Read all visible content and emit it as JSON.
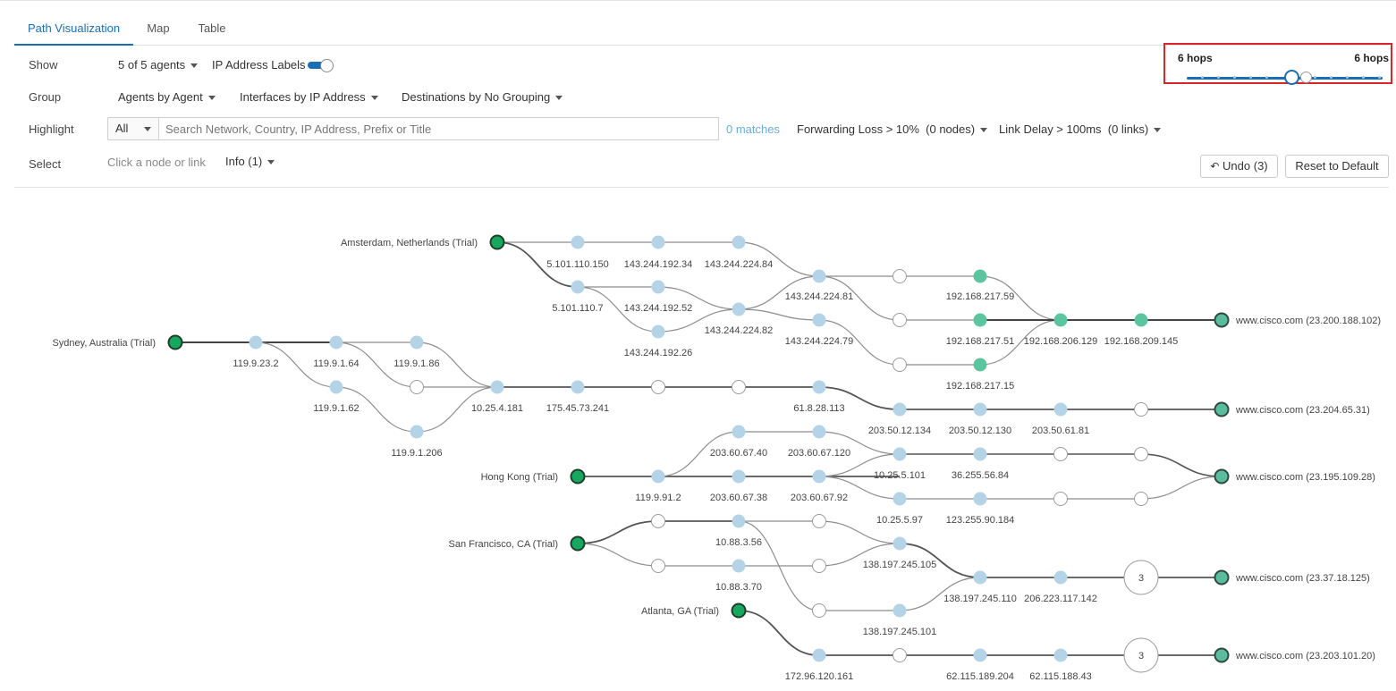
{
  "tabs": [
    {
      "label": "Path Visualization",
      "active": true
    },
    {
      "label": "Map",
      "active": false
    },
    {
      "label": "Table",
      "active": false
    }
  ],
  "controls": {
    "show_label": "Show",
    "agents_dropdown": "5 of 5 agents",
    "ip_labels_toggle_label": "IP Address Labels",
    "ip_labels_on": true,
    "group_label": "Group",
    "group_agents": "Agents by Agent",
    "group_interfaces": "Interfaces by IP Address",
    "group_destinations": "Destinations by No Grouping",
    "highlight_label": "Highlight",
    "highlight_scope": "All",
    "search_placeholder": "Search Network, Country, IP Address, Prefix or Title",
    "matches": "0 matches",
    "forwarding_loss": "Forwarding Loss > 10%  (0 nodes)",
    "link_delay": "Link Delay > 100ms  (0 links)",
    "select_label": "Select",
    "select_hint": "Click a node or link",
    "info_dropdown": "Info (1)",
    "undo_button": "Undo (3)",
    "reset_button": "Reset to Default"
  },
  "hop_slider": {
    "min_label": "6 hops",
    "max_label": "6 hops",
    "selected_step": 6,
    "steps": 12
  },
  "colors": {
    "accent": "#1a6fb3",
    "agent_node": "#16a85f",
    "interface_node": "#b5d3e7",
    "private_node": "#5bc5a0",
    "destination_node": "#5bbc9d",
    "unknown_node": "#ffffff",
    "slider_highlight_box": "#d9262c"
  },
  "path_graph": {
    "agents": [
      {
        "label": "Amsterdam, Netherlands (Trial)"
      },
      {
        "label": "Sydney, Australia (Trial)"
      },
      {
        "label": "Hong Kong (Trial)"
      },
      {
        "label": "San Francisco, CA (Trial)"
      },
      {
        "label": "Atlanta, GA (Trial)"
      }
    ],
    "destinations": [
      {
        "label": "www.cisco.com (23.200.188.102)"
      },
      {
        "label": "www.cisco.com (23.204.65.31)"
      },
      {
        "label": "www.cisco.com (23.195.109.28)"
      },
      {
        "label": "www.cisco.com (23.37.18.125)"
      },
      {
        "label": "www.cisco.com (23.203.101.20)"
      }
    ],
    "interface_labels": [
      "5.101.110.150",
      "143.244.192.34",
      "143.244.224.84",
      "5.101.110.7",
      "143.244.192.52",
      "143.244.192.26",
      "143.244.224.82",
      "143.244.224.81",
      "143.244.224.79",
      "192.168.217.59",
      "192.168.217.51",
      "192.168.217.15",
      "192.168.206.129",
      "192.168.209.145",
      "119.9.23.2",
      "119.9.1.64",
      "119.9.1.86",
      "119.9.1.62",
      "119.9.1.206",
      "10.25.4.181",
      "175.45.73.241",
      "61.8.28.113",
      "203.50.12.134",
      "203.50.12.130",
      "203.50.61.81",
      "119.9.91.2",
      "203.60.67.40",
      "203.60.67.120",
      "203.60.67.38",
      "203.60.67.92",
      "10.25.5.101",
      "36.255.56.84",
      "10.25.5.97",
      "123.255.90.184",
      "10.88.3.56",
      "10.88.3.70",
      "138.197.245.105",
      "138.197.245.110",
      "206.223.117.142",
      "138.197.245.101",
      "172.96.120.161",
      "62.115.189.204",
      "62.115.188.43"
    ],
    "hidden_hop_groups": [
      {
        "count": "3"
      },
      {
        "count": "3"
      }
    ]
  }
}
